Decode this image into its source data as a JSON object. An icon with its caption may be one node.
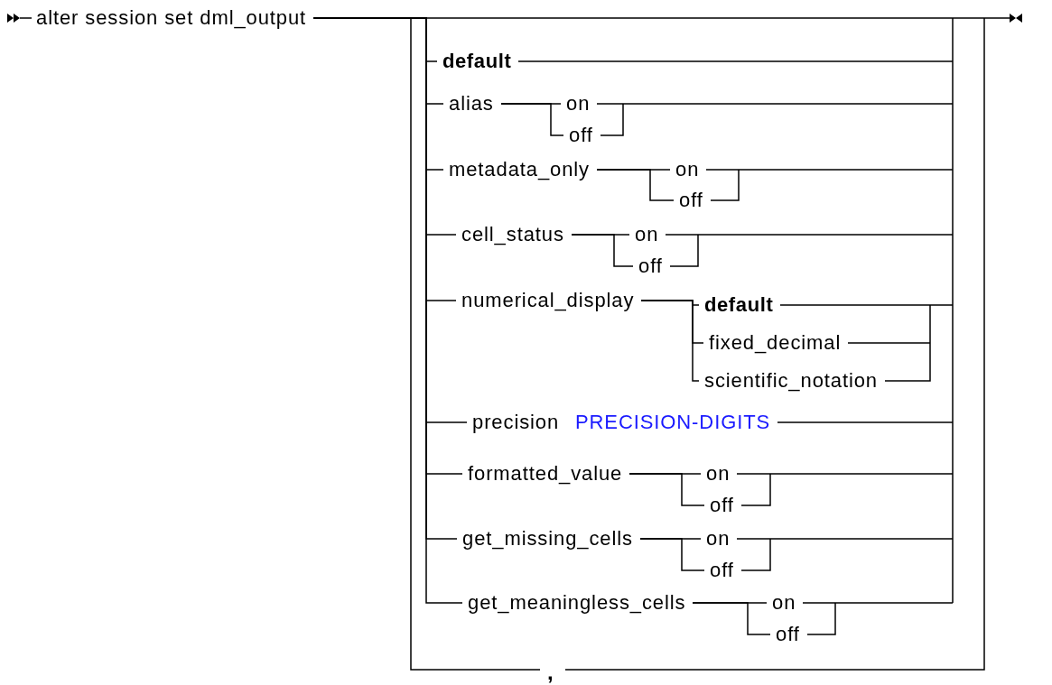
{
  "diagram": {
    "nodes": [
      {
        "text": [
          "alter session set dml_output"
        ]
      },
      {
        "text": [
          "default"
        ]
      },
      {
        "text": [
          "alias"
        ]
      },
      {
        "text": [
          "on"
        ]
      },
      {
        "text": [
          "off"
        ]
      },
      {
        "text": [
          "metadata_only"
        ]
      },
      {
        "text": [
          "on"
        ]
      },
      {
        "text": [
          "off"
        ]
      },
      {
        "text": [
          "cell_status"
        ]
      },
      {
        "text": [
          "on"
        ]
      },
      {
        "text": [
          "off"
        ]
      },
      {
        "text": [
          "numerical_display"
        ]
      },
      {
        "text": [
          "default"
        ]
      },
      {
        "text": [
          "fixed_decimal"
        ]
      },
      {
        "text": [
          "scientific_notation"
        ]
      },
      {
        "text": [
          "precision"
        ]
      },
      {
        "text": [
          "PRECISION-DIGITS"
        ]
      },
      {
        "text": [
          "formatted_value"
        ]
      },
      {
        "text": [
          "on"
        ]
      },
      {
        "text": [
          "off"
        ]
      },
      {
        "text": [
          "get_missing_cells"
        ]
      },
      {
        "text": [
          "on"
        ]
      },
      {
        "text": [
          "off"
        ]
      },
      {
        "text": [
          "get_meaningless_cells"
        ]
      },
      {
        "text": [
          "on"
        ]
      },
      {
        "text": [
          "off"
        ]
      }
    ],
    "edges": [
      {
        "from": 0,
        "to": 1,
        "arrow": "none"
      },
      {
        "from": 0,
        "to": 2,
        "arrow": "none"
      },
      {
        "from": 0,
        "to": 5,
        "arrow": "none"
      },
      {
        "from": 0,
        "to": 8,
        "arrow": "none"
      },
      {
        "from": 0,
        "to": 11,
        "arrow": "none"
      },
      {
        "from": 0,
        "to": 15,
        "arrow": "none"
      },
      {
        "from": 0,
        "to": 17,
        "arrow": "none"
      },
      {
        "from": 0,
        "to": 20,
        "arrow": "none"
      },
      {
        "from": 0,
        "to": 23,
        "arrow": "none"
      },
      {
        "from": 2,
        "to": 3,
        "arrow": "none"
      },
      {
        "from": 2,
        "to": 4,
        "arrow": "none"
      },
      {
        "from": 5,
        "to": 6,
        "arrow": "none"
      },
      {
        "from": 5,
        "to": 7,
        "arrow": "none"
      },
      {
        "from": 8,
        "to": 9,
        "arrow": "none"
      },
      {
        "from": 8,
        "to": 10,
        "arrow": "none"
      },
      {
        "from": 11,
        "to": 12,
        "arrow": "none"
      },
      {
        "from": 11,
        "to": 13,
        "arrow": "none"
      },
      {
        "from": 11,
        "to": 14,
        "arrow": "none"
      },
      {
        "from": 17,
        "to": 18,
        "arrow": "none"
      },
      {
        "from": 17,
        "to": 19,
        "arrow": "none"
      },
      {
        "from": 20,
        "to": 21,
        "arrow": "none"
      },
      {
        "from": 20,
        "to": 22,
        "arrow": "none"
      },
      {
        "from": 23,
        "to": 24,
        "arrow": "none"
      },
      {
        "from": 23,
        "to": 25,
        "arrow": "none"
      }
    ],
    "labels": [
      ","
    ]
  }
}
